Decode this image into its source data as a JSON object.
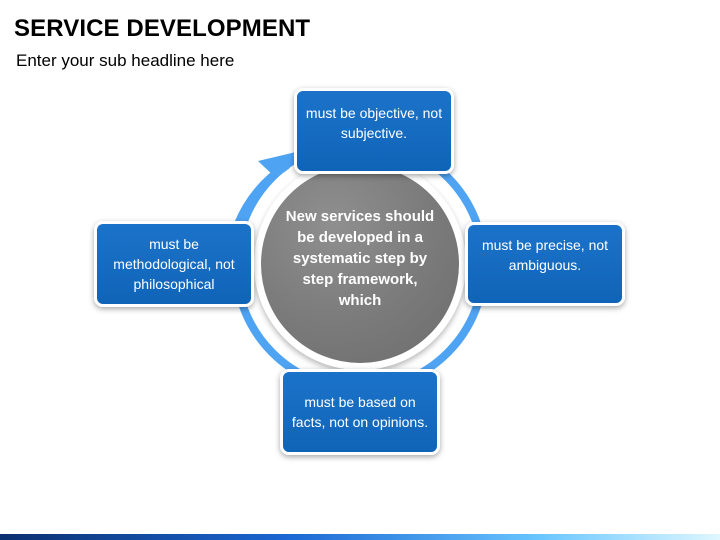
{
  "slide": {
    "title": "SERVICE DEVELOPMENT",
    "subtitle": "Enter your sub headline here"
  },
  "diagram": {
    "center_text": "New services should be developed in a systematic step by step framework, which",
    "nodes": {
      "top": "must be objective, not subjective.",
      "right": "must be precise, not ambiguous.",
      "bottom": "must be based on facts, not on opinions.",
      "left": "must be methodological, not philosophical"
    }
  },
  "colors": {
    "ring": "#4fa3f3",
    "node_fill": "#1469bd",
    "center_fill": "#7b7b7b"
  },
  "icons": {
    "arrow": "cycle-arrow-icon"
  }
}
